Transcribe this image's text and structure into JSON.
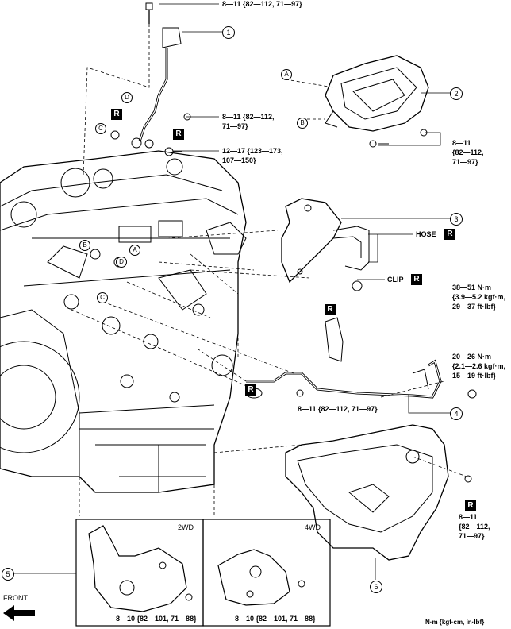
{
  "callouts": {
    "c1": "1",
    "c2": "2",
    "c3": "3",
    "c4": "4",
    "c5": "5",
    "c6": "6"
  },
  "letters": {
    "A": "A",
    "B": "B",
    "C": "C",
    "D": "D"
  },
  "r_mark": "R",
  "torque": {
    "top": "8—11 {82—112, 71—97}",
    "mid_a_1": "8—11 {82—112,",
    "mid_a_2": "71—97}",
    "mid_b_1": "12—17 {123—173,",
    "mid_b_2": "107—150}",
    "right_top_1": "8—11",
    "right_top_2": "{82—112,",
    "right_top_3": "71—97}",
    "clip_1": "38—51 N·m",
    "clip_2": "{3.9—5.2 kgf·m,",
    "clip_3": "29—37 ft·lbf}",
    "pipe_1": "20—26 N·m",
    "pipe_2": "{2.1—2.6 kgf·m,",
    "pipe_3": "15—19 ft·lbf}",
    "pipe_bolt": "8—11 {82—112, 71—97}",
    "shield_1": "8—11",
    "shield_2": "{82—112,",
    "shield_3": "71—97}",
    "inset_2wd": "8—10 {82—101, 71—88}",
    "inset_4wd": "8—10 {82—101, 71—88}"
  },
  "labels": {
    "hose": "HOSE",
    "clip": "CLIP",
    "wd2": "2WD",
    "wd4": "4WD",
    "front": "FRONT",
    "units": "N·m {kgf·cm, in·lbf}"
  }
}
